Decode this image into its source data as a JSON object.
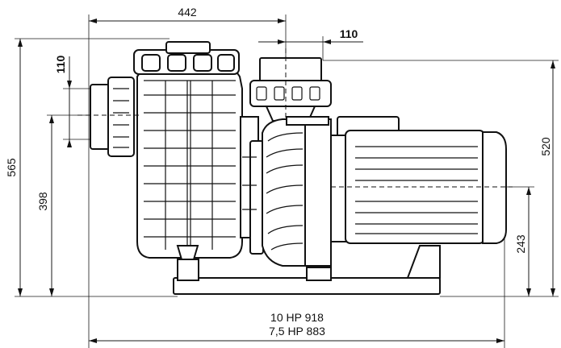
{
  "dimensions": {
    "top_width": "442",
    "outlet_offset": "110",
    "inlet_diameter": "110",
    "total_height": "565",
    "inlet_height": "398",
    "outlet_height": "520",
    "motor_axis_height": "243",
    "length_10hp": "10 HP 918",
    "length_7_5hp": "7,5 HP 883"
  }
}
